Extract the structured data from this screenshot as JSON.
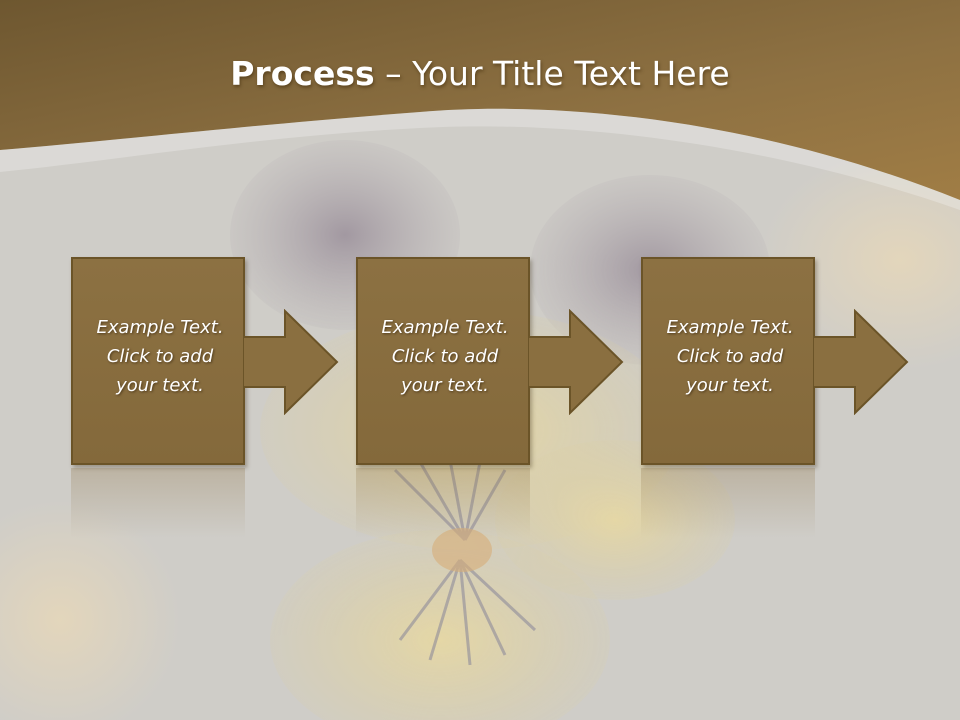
{
  "slide": {
    "title_bold": "Process",
    "title_rest": " – Your Title Text Here"
  },
  "steps": [
    {
      "line1": "Example Text.",
      "line2": "Click  to add",
      "line3": "your text."
    },
    {
      "line1": "Example Text.",
      "line2": "Click  to add",
      "line3": "your text."
    },
    {
      "line1": "Example Text.",
      "line2": "Click  to add",
      "line3": "your text."
    }
  ],
  "colors": {
    "header_band": "#8a6c3c",
    "box_fill": "#8a6f40",
    "box_border": "#6b5428",
    "background": "#cfcdc8"
  }
}
